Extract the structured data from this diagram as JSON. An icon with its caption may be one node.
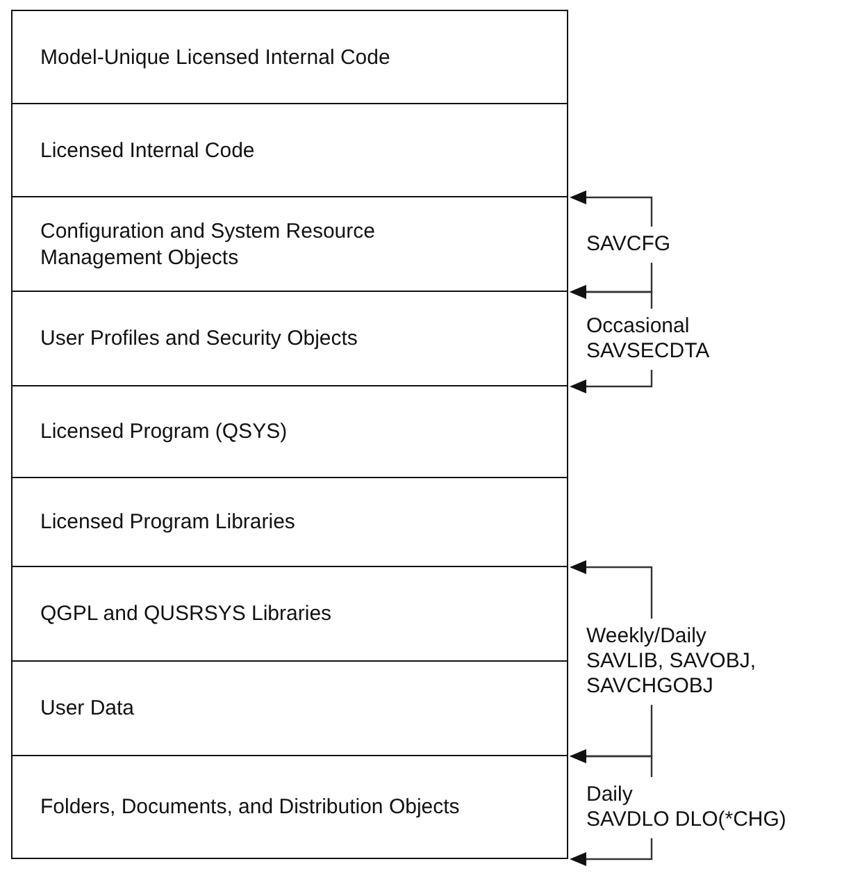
{
  "diagram": {
    "nodes": [
      {
        "text": [
          "Model-Unique Licensed Internal Code"
        ]
      },
      {
        "text": [
          "Licensed Internal Code"
        ]
      },
      {
        "text": [
          "Configuration and System Resource Management Objects"
        ]
      },
      {
        "text": [
          "User Profiles and Security Objects"
        ]
      },
      {
        "text": [
          "Licensed Program (QSYS)"
        ]
      },
      {
        "text": [
          "Licensed Program Libraries"
        ]
      },
      {
        "text": [
          "QGPL and QUSRSYS Libraries"
        ]
      },
      {
        "text": [
          "User Data"
        ]
      },
      {
        "text": [
          "Folders, Documents, and Distribution Objects"
        ]
      }
    ],
    "labels": [
      "SAVCFG",
      "Occasional",
      "SAVSECDTA",
      "Weekly/Daily",
      "SAVLIB, SAVOBJ, SAVCHGOBJ",
      "Daily",
      "SAVDLO DLO(*CHG)"
    ]
  }
}
